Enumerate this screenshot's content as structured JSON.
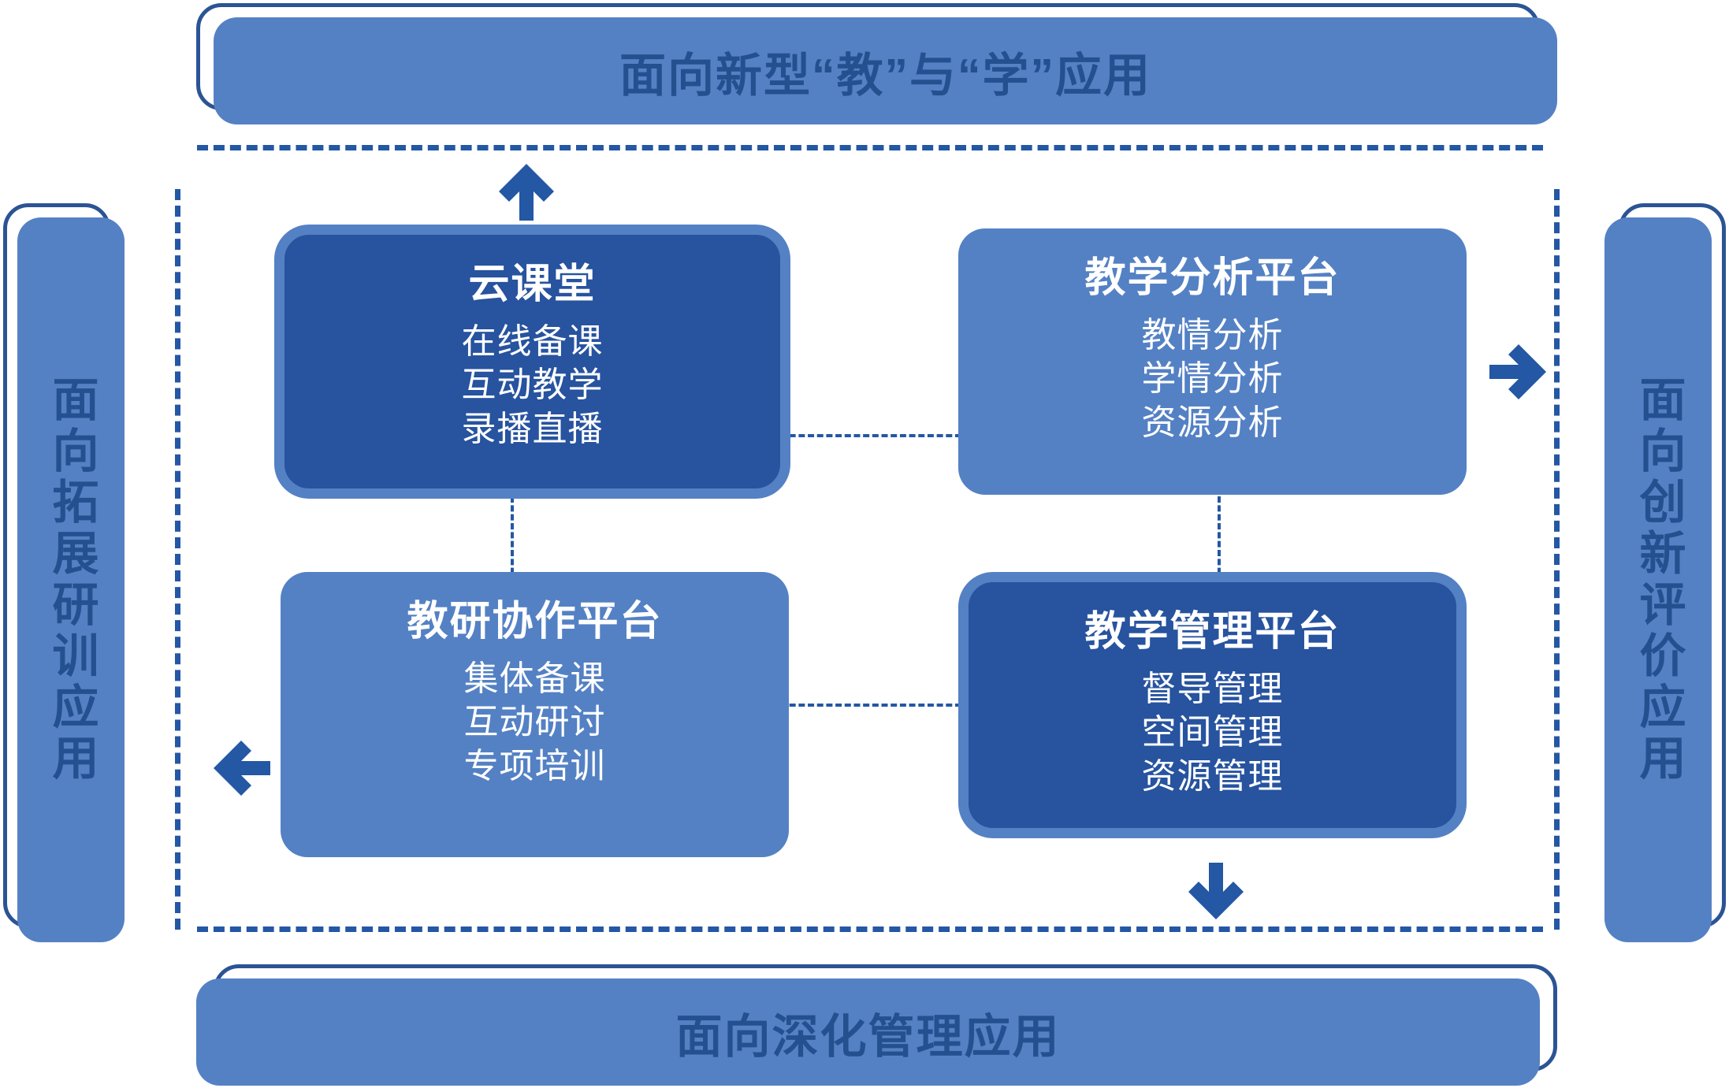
{
  "diagram": {
    "title_top": "面向新型“教”与“学”应用",
    "title_bottom": "面向深化管理应用",
    "title_left": "面向拓展研训应用",
    "title_right": "面向创新评价应用",
    "colors": {
      "banner_fill": "#5481c4",
      "banner_text": "#24508f",
      "banner_outline": "#2b5494",
      "card_light": "#5481c4",
      "card_dark": "#27539f",
      "dash_line": "#2457a4",
      "arrow": "#2457a4",
      "card_text": "#ffffff",
      "background": "#ffffff"
    }
  },
  "cards": [
    {
      "id": "cloud-classroom",
      "title": "云课堂",
      "style": "dark",
      "items": [
        "在线备课",
        "互动教学",
        "录播直播"
      ]
    },
    {
      "id": "teaching-analysis-platform",
      "title": "教学分析平台",
      "style": "light",
      "items": [
        "教情分析",
        "学情分析",
        "资源分析"
      ]
    },
    {
      "id": "research-collaboration-platform",
      "title": "教研协作平台",
      "style": "light",
      "items": [
        "集体备课",
        "互动研讨",
        "专项培训"
      ]
    },
    {
      "id": "teaching-management-platform",
      "title": "教学管理平台",
      "style": "dark",
      "items": [
        "督导管理",
        "空间管理",
        "资源管理"
      ]
    }
  ],
  "arrows": [
    {
      "id": "arrow-up",
      "direction": "up"
    },
    {
      "id": "arrow-right",
      "direction": "right"
    },
    {
      "id": "arrow-left",
      "direction": "left"
    },
    {
      "id": "arrow-down",
      "direction": "down"
    }
  ]
}
